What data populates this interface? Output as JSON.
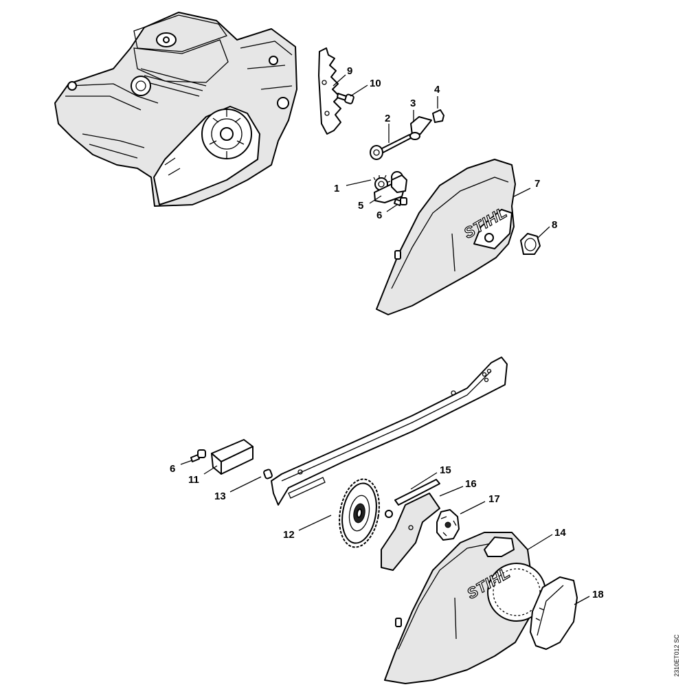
{
  "diagram": {
    "drawing_code": "2310ET012 SC",
    "brand_mark": "STIHL",
    "callouts": [
      {
        "id": "c1",
        "text": "1"
      },
      {
        "id": "c2",
        "text": "2"
      },
      {
        "id": "c3",
        "text": "3"
      },
      {
        "id": "c4",
        "text": "4"
      },
      {
        "id": "c5",
        "text": "5"
      },
      {
        "id": "c6a",
        "text": "6"
      },
      {
        "id": "c6b",
        "text": "6"
      },
      {
        "id": "c7",
        "text": "7"
      },
      {
        "id": "c8",
        "text": "8"
      },
      {
        "id": "c9",
        "text": "9"
      },
      {
        "id": "c10",
        "text": "10"
      },
      {
        "id": "c11",
        "text": "11"
      },
      {
        "id": "c12",
        "text": "12"
      },
      {
        "id": "c13",
        "text": "13"
      },
      {
        "id": "c14",
        "text": "14"
      },
      {
        "id": "c15",
        "text": "15"
      },
      {
        "id": "c16",
        "text": "16"
      },
      {
        "id": "c17",
        "text": "17"
      },
      {
        "id": "c18",
        "text": "18"
      }
    ]
  }
}
